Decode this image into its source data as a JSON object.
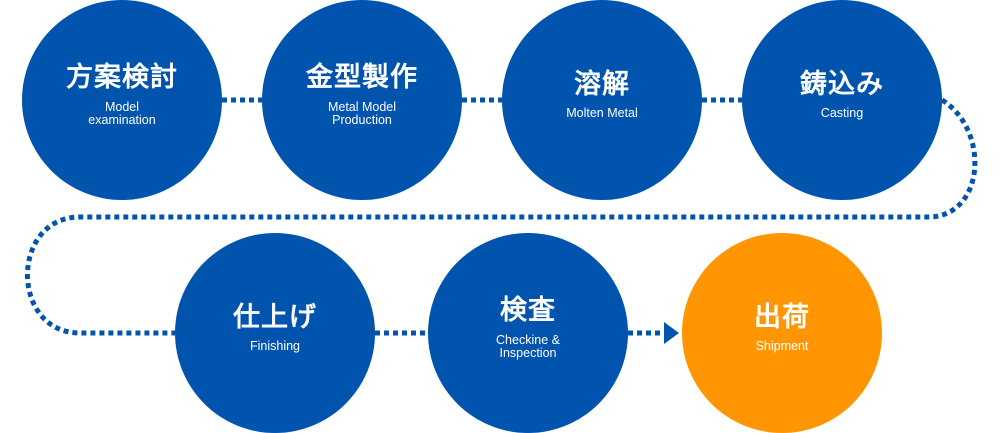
{
  "colors": {
    "primary": "#0054AE",
    "accent": "#FF9500",
    "background": "#FFFFFF",
    "text": "#FFFFFF"
  },
  "steps": [
    {
      "jp": "方案検討",
      "en": "Model\nexamination",
      "color": "primary"
    },
    {
      "jp": "金型製作",
      "en": "Metal Model\nProduction",
      "color": "primary"
    },
    {
      "jp": "溶解",
      "en": "Molten Metal",
      "color": "primary"
    },
    {
      "jp": "鋳込み",
      "en": "Casting",
      "color": "primary"
    },
    {
      "jp": "仕上げ",
      "en": "Finishing",
      "color": "primary"
    },
    {
      "jp": "検査",
      "en": "Checkine &\nInspection",
      "color": "primary"
    },
    {
      "jp": "出荷",
      "en": "Shipment",
      "color": "accent"
    }
  ],
  "connector": {
    "style": "dotted",
    "ends_with": "arrow-right"
  }
}
